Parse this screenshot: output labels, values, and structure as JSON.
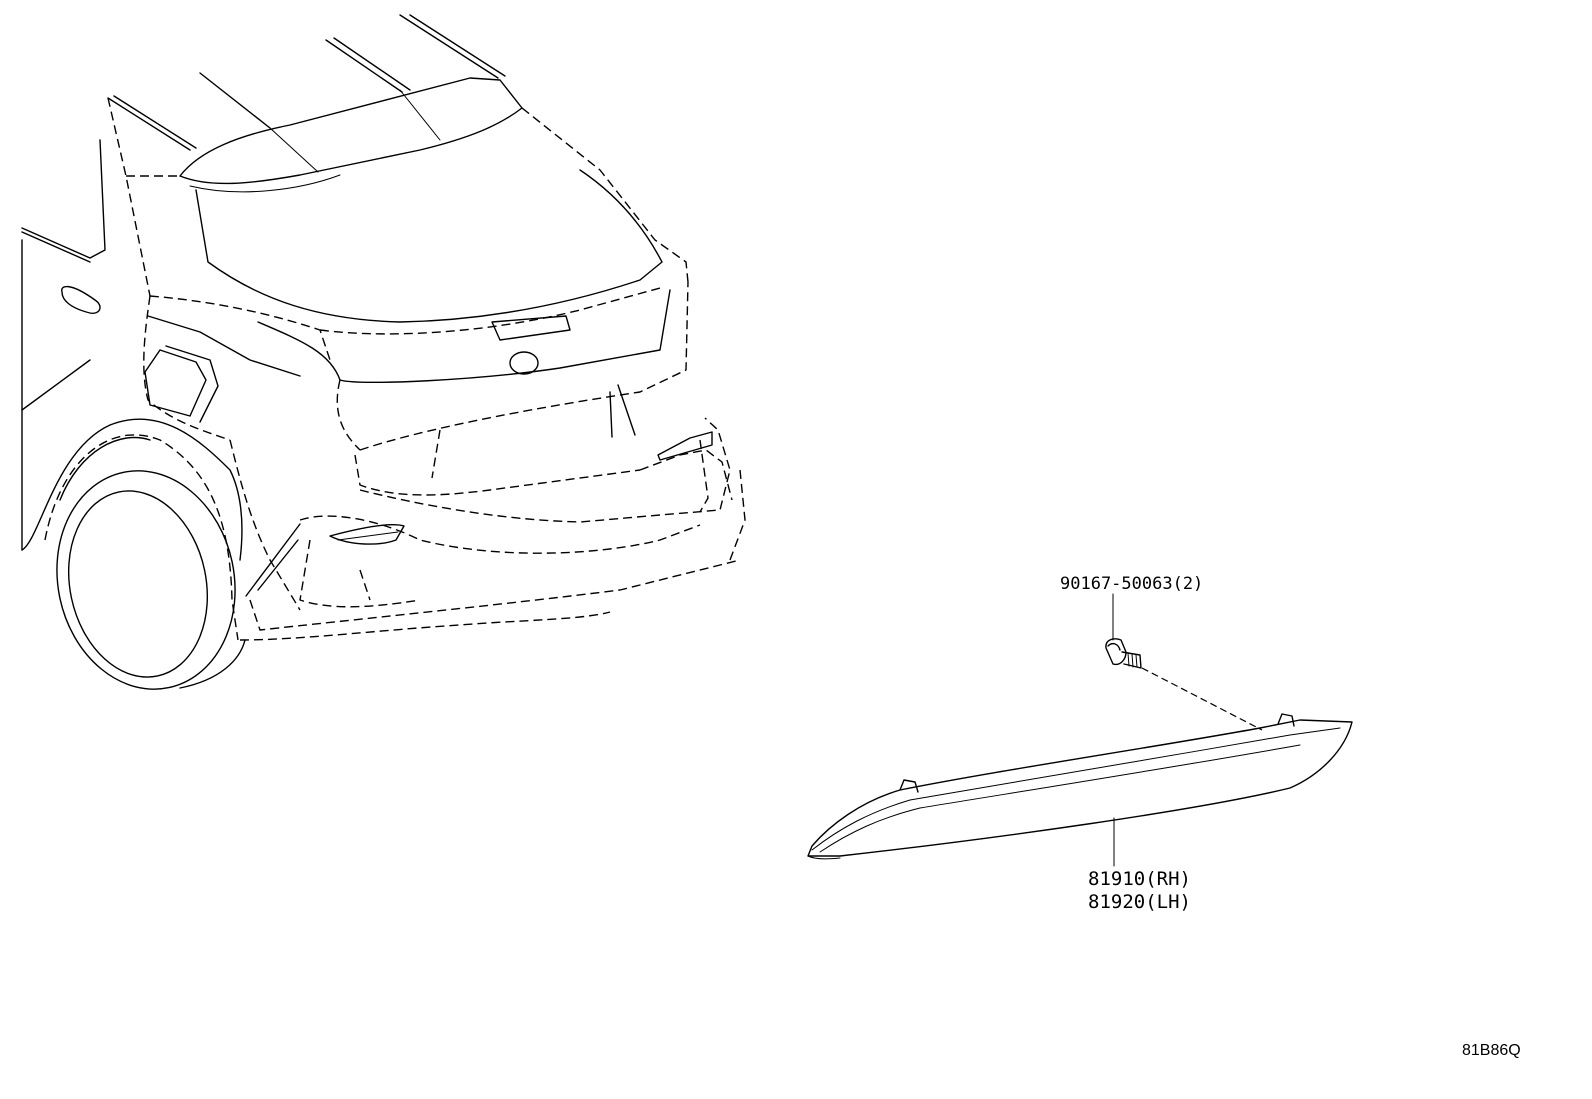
{
  "parts": [
    {
      "id": "bolt",
      "label": "90167-50063(2)"
    },
    {
      "id": "reflector-rh",
      "label": "81910(RH)"
    },
    {
      "id": "reflector-lh",
      "label": "81920(LH)"
    }
  ],
  "illustration_code": "81B86Q",
  "colors": {
    "line": "#000000",
    "background": "#ffffff"
  }
}
